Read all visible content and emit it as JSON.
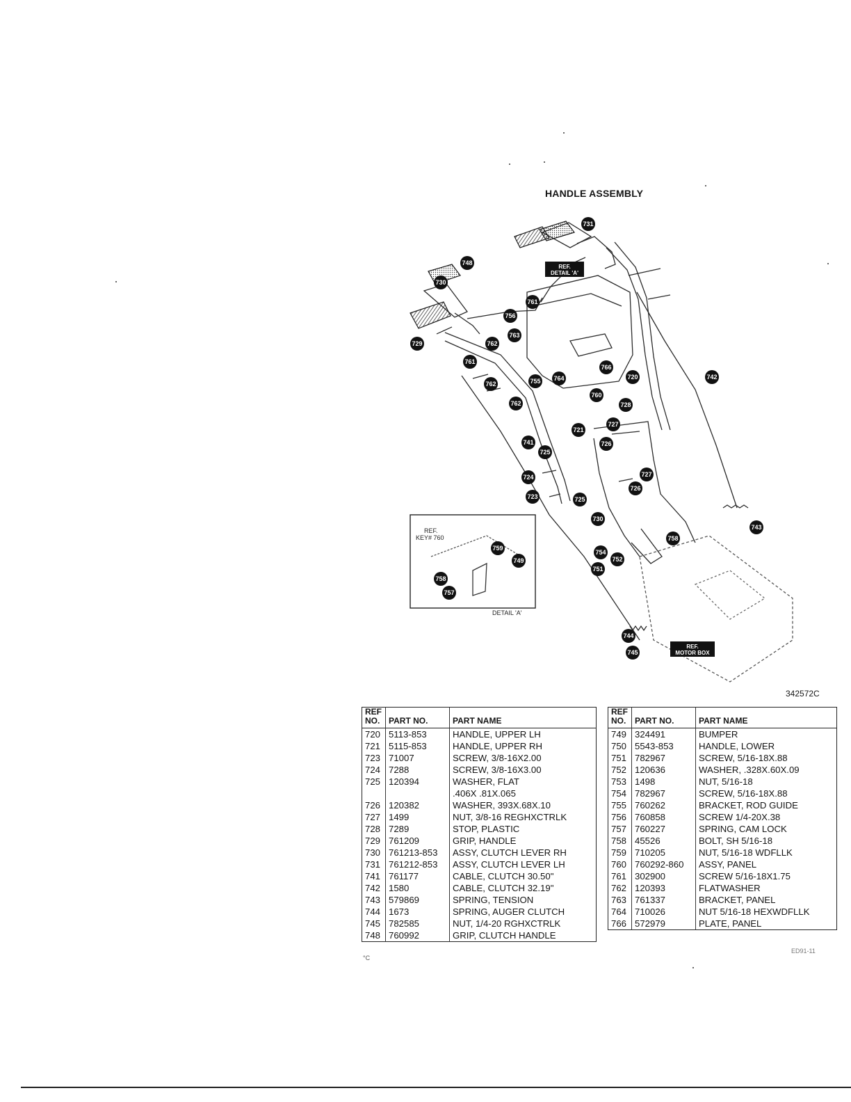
{
  "title": "HANDLE ASSEMBLY",
  "figure_number": "342572C",
  "diagram": {
    "callouts": [
      "731",
      "748",
      "730",
      "761",
      "756",
      "763",
      "729",
      "762",
      "761",
      "762",
      "755",
      "764",
      "762",
      "766",
      "760",
      "720",
      "742",
      "728",
      "727",
      "726",
      "721",
      "741",
      "725",
      "724",
      "723",
      "725",
      "727",
      "726",
      "730",
      "758",
      "743",
      "754",
      "752",
      "751",
      "744",
      "745"
    ],
    "ref_detail_label": [
      "REF.",
      "DETAIL 'A'"
    ],
    "ref_motor_box_label": [
      "REF.",
      "MOTOR BOX"
    ],
    "detail_a": {
      "ref_label": "REF.",
      "key_label": "KEY# 760",
      "caption": "DETAIL 'A'",
      "callouts": [
        "759",
        "749",
        "758",
        "757"
      ]
    }
  },
  "headers": {
    "ref_line1": "REF",
    "ref_line2": "NO.",
    "part_no": "PART NO.",
    "part_name": "PART NAME"
  },
  "parts_left": [
    {
      "ref": "720",
      "part_no": "5113-853",
      "name": "HANDLE, UPPER LH"
    },
    {
      "ref": "721",
      "part_no": "5115-853",
      "name": "HANDLE, UPPER RH"
    },
    {
      "ref": "723",
      "part_no": "71007",
      "name": "SCREW, 3/8-16X2.00"
    },
    {
      "ref": "724",
      "part_no": "7288",
      "name": "SCREW, 3/8-16X3.00"
    },
    {
      "ref": "725",
      "part_no": "120394",
      "name": "WASHER, FLAT"
    },
    {
      "ref": "",
      "part_no": "",
      "name": ".406X .81X.065"
    },
    {
      "ref": "726",
      "part_no": "120382",
      "name": "WASHER, 393X.68X.10"
    },
    {
      "ref": "727",
      "part_no": "1499",
      "name": "NUT, 3/8-16 REGHXCTRLK"
    },
    {
      "ref": "728",
      "part_no": "7289",
      "name": "STOP, PLASTIC"
    },
    {
      "ref": "729",
      "part_no": "761209",
      "name": "GRIP, HANDLE"
    },
    {
      "ref": "730",
      "part_no": "761213-853",
      "name": "ASSY, CLUTCH LEVER RH"
    },
    {
      "ref": "731",
      "part_no": "761212-853",
      "name": "ASSY, CLUTCH LEVER LH"
    },
    {
      "ref": "741",
      "part_no": "761177",
      "name": "CABLE, CLUTCH 30.50\""
    },
    {
      "ref": "742",
      "part_no": "1580",
      "name": "CABLE, CLUTCH 32.19\""
    },
    {
      "ref": "743",
      "part_no": "579869",
      "name": "SPRING, TENSION"
    },
    {
      "ref": "744",
      "part_no": "1673",
      "name": "SPRING, AUGER CLUTCH"
    },
    {
      "ref": "745",
      "part_no": "782585",
      "name": "NUT, 1/4-20 RGHXCTRLK"
    },
    {
      "ref": "748",
      "part_no": "760992",
      "name": "GRIP, CLUTCH HANDLE"
    }
  ],
  "parts_right": [
    {
      "ref": "749",
      "part_no": "324491",
      "name": "BUMPER"
    },
    {
      "ref": "750",
      "part_no": "5543-853",
      "name": "HANDLE, LOWER"
    },
    {
      "ref": "751",
      "part_no": "782967",
      "name": "SCREW, 5/16-18X.88"
    },
    {
      "ref": "752",
      "part_no": "120636",
      "name": "WASHER, .328X.60X.09"
    },
    {
      "ref": "753",
      "part_no": "1498",
      "name": "NUT, 5/16-18"
    },
    {
      "ref": "754",
      "part_no": "782967",
      "name": "SCREW, 5/16-18X.88"
    },
    {
      "ref": "755",
      "part_no": "760262",
      "name": "BRACKET, ROD GUIDE"
    },
    {
      "ref": "756",
      "part_no": "760858",
      "name": "SCREW 1/4-20X.38"
    },
    {
      "ref": "757",
      "part_no": "760227",
      "name": "SPRING, CAM LOCK"
    },
    {
      "ref": "758",
      "part_no": "45526",
      "name": "BOLT, SH 5/16-18"
    },
    {
      "ref": "759",
      "part_no": "710205",
      "name": "NUT, 5/16-18 WDFLLK"
    },
    {
      "ref": "760",
      "part_no": "760292-860",
      "name": "ASSY, PANEL"
    },
    {
      "ref": "761",
      "part_no": "302900",
      "name": "SCREW 5/16-18X1.75"
    },
    {
      "ref": "762",
      "part_no": "120393",
      "name": "FLATWASHER"
    },
    {
      "ref": "763",
      "part_no": "761337",
      "name": "BRACKET, PANEL"
    },
    {
      "ref": "764",
      "part_no": "710026",
      "name": "NUT 5/16-18 HEXWDFLLK"
    },
    {
      "ref": "766",
      "part_no": "572979",
      "name": "PLATE, PANEL"
    }
  ],
  "footer_left": "°C",
  "footer_right": "ED91-11"
}
